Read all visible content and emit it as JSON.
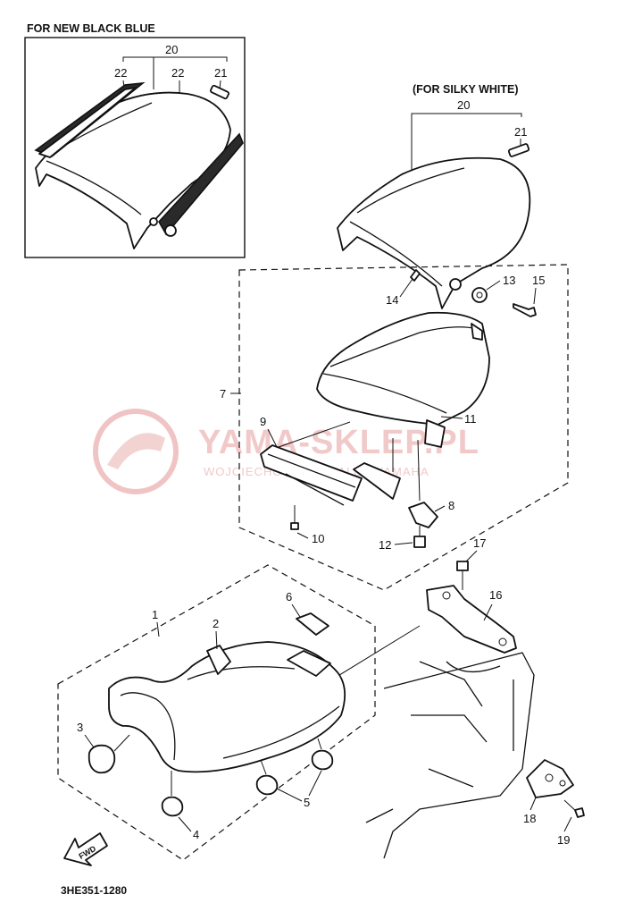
{
  "boxes": {
    "black_blue_title": "FOR NEW BLACK BLUE",
    "silky_white_title": "(FOR SILKY WHITE)"
  },
  "callouts": {
    "c1": "1",
    "c2": "2",
    "c3": "3",
    "c4": "4",
    "c5": "5",
    "c6": "6",
    "c7": "7",
    "c8": "8",
    "c9": "9",
    "c10": "10",
    "c11": "11",
    "c12": "12",
    "c13": "13",
    "c14": "14",
    "c15": "15",
    "c16": "16",
    "c17": "17",
    "c18": "18",
    "c19": "19",
    "c20a": "20",
    "c20b": "20",
    "c21a": "21",
    "c21b": "21",
    "c22a": "22",
    "c22b": "22"
  },
  "fwd_label": "FWD",
  "reference_code": "3HE351-1280",
  "watermark": {
    "main": "YAMA-SKLEP.PL",
    "sub": "WOJCIECHOWSKI DEALER YAMAHA"
  }
}
